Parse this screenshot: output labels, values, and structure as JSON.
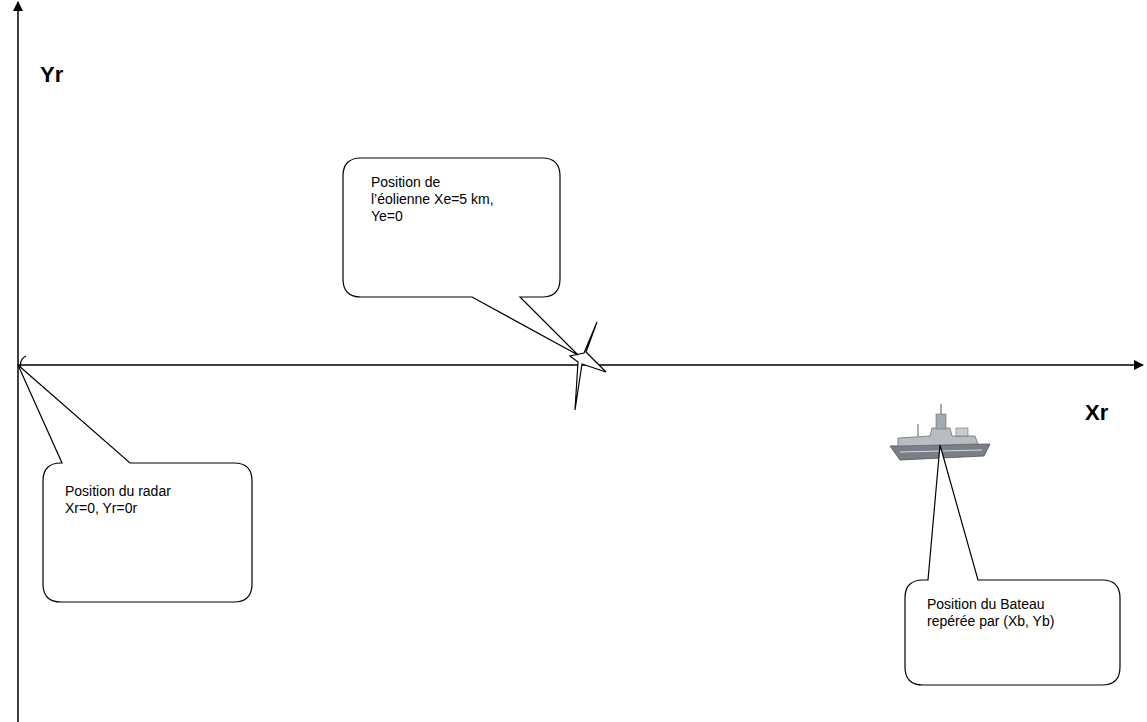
{
  "diagram": {
    "nodes": [
      {
        "text": [
          "Position de l’éolienne Xe=5 km, Ye=0"
        ]
      },
      {
        "text": [
          "Position du radar Xr=0, Yr=0r"
        ]
      },
      {
        "text": [
          "Position du Bateau repérée par (Xb, Yb)"
        ]
      }
    ],
    "labels": [
      "Yr",
      "Xr"
    ]
  }
}
